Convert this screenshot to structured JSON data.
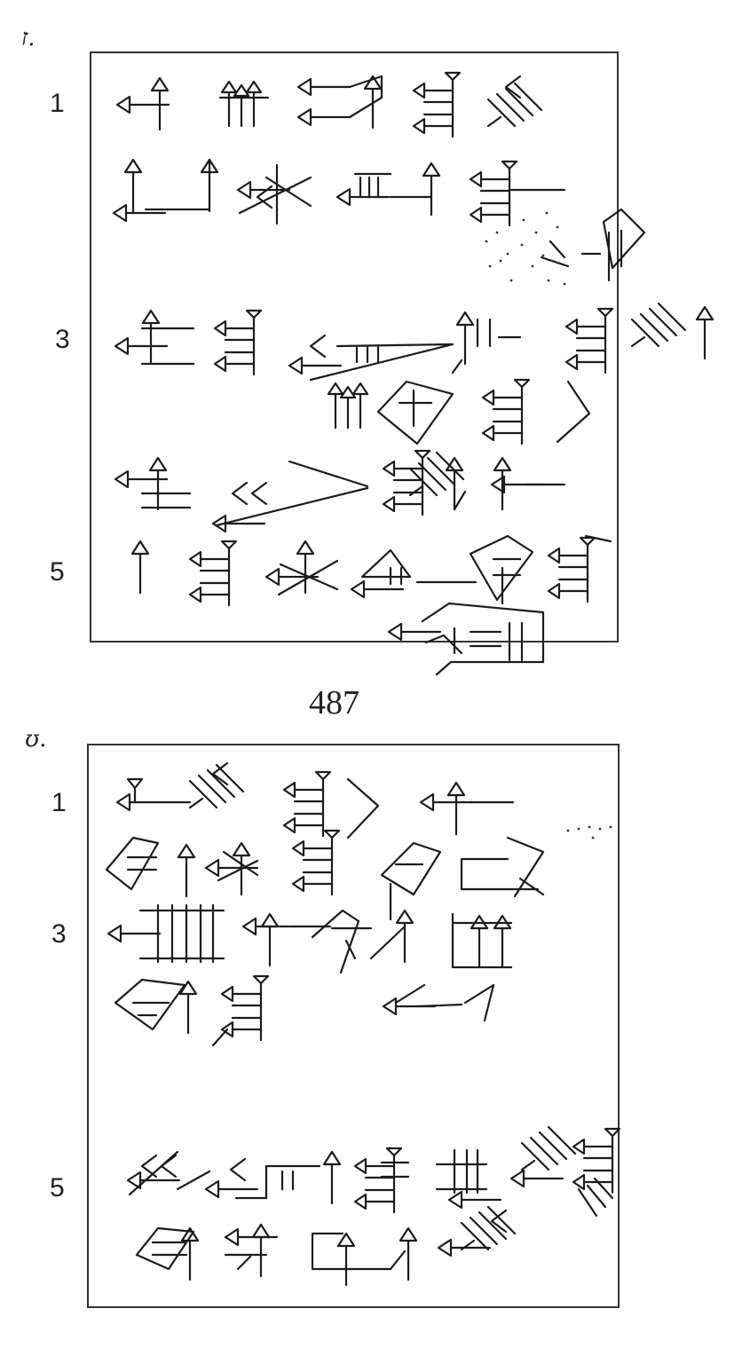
{
  "upper": {
    "side_mark": "ז.",
    "line_numbers": [
      "1",
      "3",
      "5"
    ]
  },
  "tablet_number": "487",
  "lower": {
    "side_mark": "ʊ.",
    "line_numbers": [
      "1",
      "3",
      "5"
    ]
  }
}
